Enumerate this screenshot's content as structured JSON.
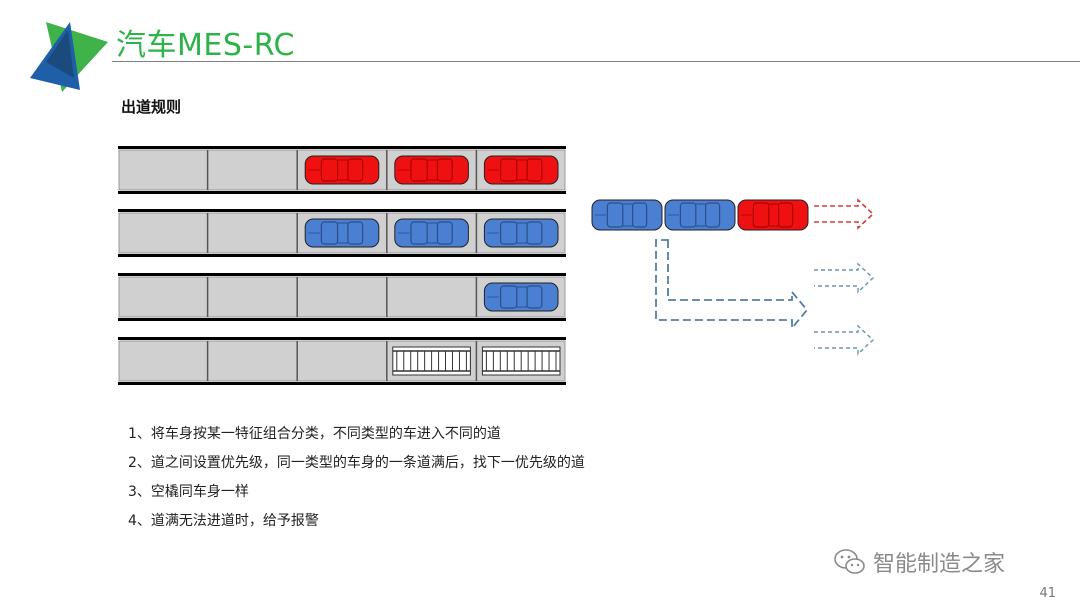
{
  "header": {
    "title": "汽车MES-RC",
    "colors": {
      "title": "#2db34a",
      "logo_green": "#3fb24a",
      "logo_blue": "#1f5fa8",
      "logo_dark": "#1b4b7c"
    }
  },
  "section": {
    "title": "出道规则"
  },
  "diagram": {
    "lanes": [
      {
        "slots": [
          "empty",
          "empty",
          "red",
          "red",
          "red"
        ]
      },
      {
        "slots": [
          "empty",
          "empty",
          "blue",
          "blue",
          "blue"
        ]
      },
      {
        "slots": [
          "empty",
          "empty",
          "empty",
          "empty",
          "blue"
        ]
      },
      {
        "slots": [
          "empty",
          "empty",
          "empty",
          "skid",
          "skid"
        ]
      }
    ],
    "exit_queue": [
      "blue",
      "blue",
      "red"
    ],
    "colors": {
      "red": "#ef1111",
      "blue": "#4a7fd1",
      "lane": "#d0d0d0",
      "rail": "#000000",
      "arrow_red": "#d63b3b",
      "arrow_blue": "#4f7fa8",
      "arrow_light": "#6a96ad"
    }
  },
  "rules": [
    "1、将车身按某一特征组合分类，不同类型的车进入不同的道",
    "2、道之间设置优先级，同一类型的车身的一条道满后，找下一优先级的道",
    "3、空橇同车身一样",
    "4、道满无法进道时，给予报警"
  ],
  "watermark": {
    "text": "智能制造之家",
    "icon": "wechat-icon"
  },
  "footer": {
    "page_number": "41"
  }
}
